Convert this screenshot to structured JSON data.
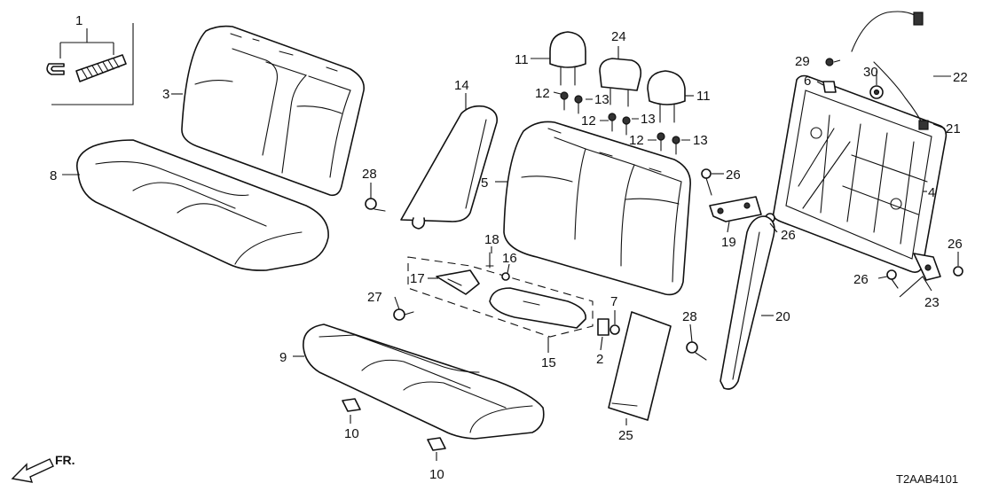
{
  "diagram": {
    "front_label": "FR.",
    "code": "T2AAB4101",
    "callouts": {
      "c1": "1",
      "c2": "2",
      "c3": "3",
      "c4": "4",
      "c5": "5",
      "c6": "6",
      "c7": "7",
      "c8": "8",
      "c9": "9",
      "c10": "10",
      "c11": "11",
      "c12": "12",
      "c13": "13",
      "c14": "14",
      "c15": "15",
      "c16": "16",
      "c17": "17",
      "c18": "18",
      "c19": "19",
      "c20": "20",
      "c21": "21",
      "c22": "22",
      "c23": "23",
      "c24": "24",
      "c25": "25",
      "c26": "26",
      "c27": "27",
      "c28": "28",
      "c29": "29",
      "c30": "30"
    }
  }
}
